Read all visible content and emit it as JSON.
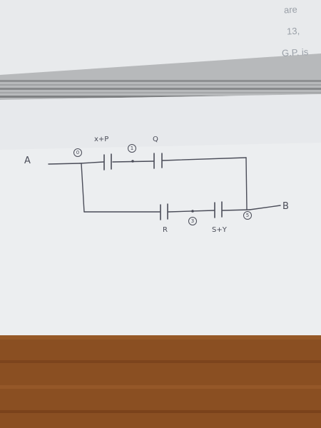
{
  "book_page": {
    "text_fragments": [
      "are",
      "13,",
      "G.P. is"
    ]
  },
  "circuit": {
    "terminal_a": "A",
    "terminal_b": "B",
    "capacitors": {
      "top_left": "x+P",
      "top_right": "Q",
      "bottom_left": "R",
      "bottom_right": "S+Y"
    },
    "node_labels": [
      "0",
      "1",
      "3",
      "5"
    ]
  }
}
